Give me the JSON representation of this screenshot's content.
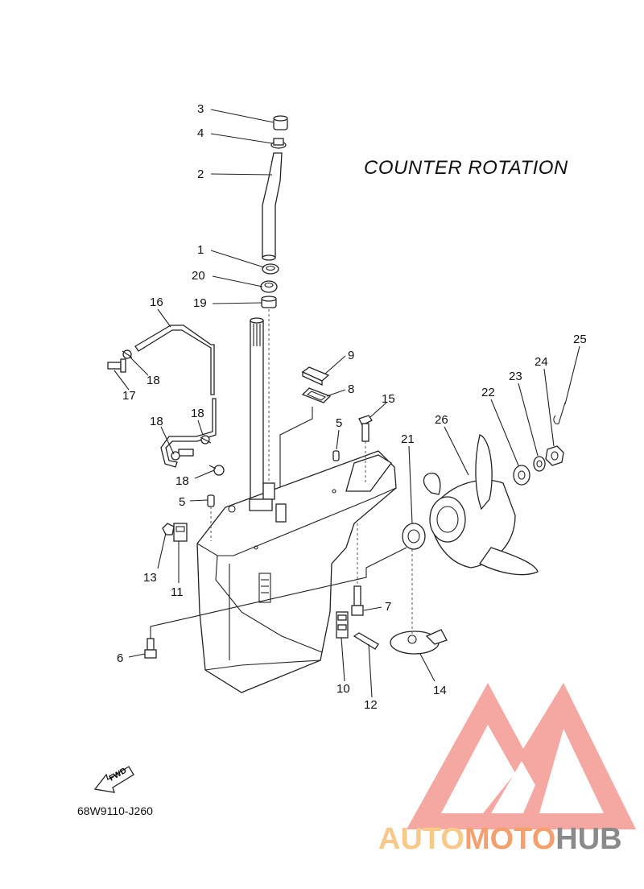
{
  "title": "COUNTER ROTATION",
  "drawing_code": "68W9110-J260",
  "fwd_label": "FWD",
  "watermark": {
    "part1": "AUTO",
    "part2": "MOTO",
    "part3": "HUB",
    "color_light": "#f9c98a",
    "color_mid": "#f4a06e",
    "color_dark": "#8a8a8a",
    "logo_color": "#f28b82"
  },
  "callouts": [
    {
      "id": "c3",
      "text": "3"
    },
    {
      "id": "c4",
      "text": "4"
    },
    {
      "id": "c2",
      "text": "2"
    },
    {
      "id": "c1",
      "text": "1"
    },
    {
      "id": "c20",
      "text": "20"
    },
    {
      "id": "c19",
      "text": "19"
    },
    {
      "id": "c16",
      "text": "16"
    },
    {
      "id": "c18a",
      "text": "18"
    },
    {
      "id": "c17",
      "text": "17"
    },
    {
      "id": "c9",
      "text": "9"
    },
    {
      "id": "c8",
      "text": "8"
    },
    {
      "id": "c15",
      "text": "15"
    },
    {
      "id": "c5a",
      "text": "5"
    },
    {
      "id": "c18b",
      "text": "18"
    },
    {
      "id": "c18c",
      "text": "18"
    },
    {
      "id": "c18d",
      "text": "18"
    },
    {
      "id": "c5b",
      "text": "5"
    },
    {
      "id": "c13",
      "text": "13"
    },
    {
      "id": "c11",
      "text": "11"
    },
    {
      "id": "c6",
      "text": "6"
    },
    {
      "id": "c7",
      "text": "7"
    },
    {
      "id": "c10",
      "text": "10"
    },
    {
      "id": "c12",
      "text": "12"
    },
    {
      "id": "c14",
      "text": "14"
    },
    {
      "id": "c21",
      "text": "21"
    },
    {
      "id": "c26",
      "text": "26"
    },
    {
      "id": "c22",
      "text": "22"
    },
    {
      "id": "c23",
      "text": "23"
    },
    {
      "id": "c24",
      "text": "24"
    },
    {
      "id": "c25",
      "text": "25"
    }
  ]
}
